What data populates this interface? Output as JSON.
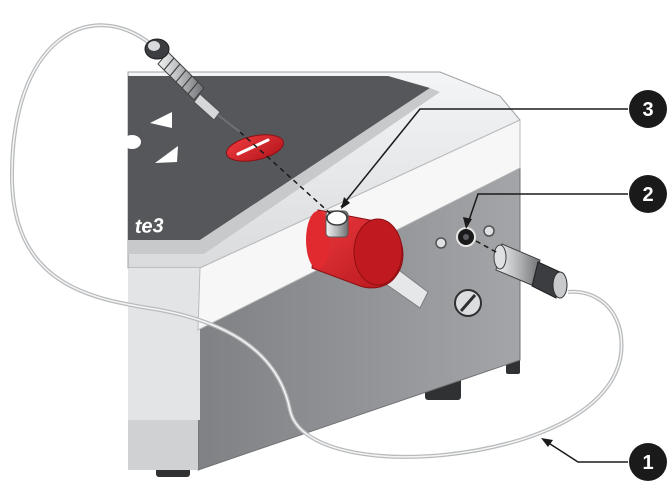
{
  "device": {
    "brand_text": "te3"
  },
  "callouts": [
    {
      "id": "1",
      "label": "1"
    },
    {
      "id": "2",
      "label": "2"
    },
    {
      "id": "3",
      "label": "3"
    }
  ],
  "colors": {
    "panel_dark": "#55575a",
    "housing_light": "#e9eaeb",
    "housing_side": "#8c8e91",
    "valve_red": "#d52127",
    "callout_fill": "#1a1a1a",
    "tubing": "#b8babc"
  }
}
